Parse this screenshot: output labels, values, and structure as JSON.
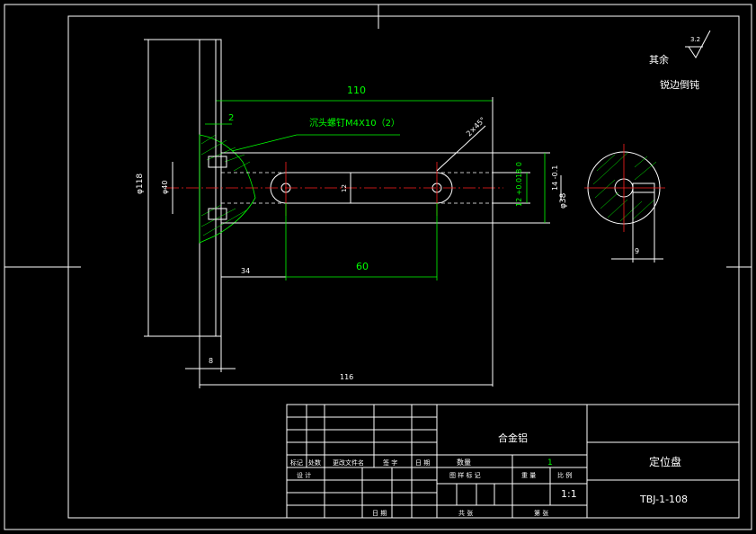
{
  "dimensions": {
    "length_110": "110",
    "offset_2": "2",
    "screw_note": "沉头螺钉M4X10（2）",
    "chamfer": "2×45°",
    "dia_118": "φ118",
    "dia_40": "φ40",
    "width_12": "12",
    "slot_12": "12",
    "tol_12": "12 +0.018 0",
    "dia_38": "φ38",
    "dia_14": "14 -0.1",
    "dim_34": "34",
    "dim_60": "60",
    "dim_8": "8",
    "dim_116": "116",
    "dim_9": "9"
  },
  "notes": {
    "rest": "其余",
    "roughness": "3.2",
    "edge": "锐边倒钝"
  },
  "title_block": {
    "material": "合金铝",
    "part_name": "定位盘",
    "drawing_no": "TBJ-1-108",
    "scale": "1:1",
    "quantity_label": "数量",
    "quantity": "1",
    "marks": "标记",
    "zones": "处数",
    "change_doc": "更改文件名",
    "signature": "签 字",
    "date": "日 期",
    "design": "设 计",
    "stage_mark": "图 样 标 记",
    "weight": "重 量",
    "ratio": "比 例",
    "sheets": "共 张",
    "sheet": "第 张",
    "date2": "日 期"
  },
  "colors": {
    "outline": "#ffffff",
    "dimension": "#00ff00",
    "centerline": "#ff2020"
  }
}
